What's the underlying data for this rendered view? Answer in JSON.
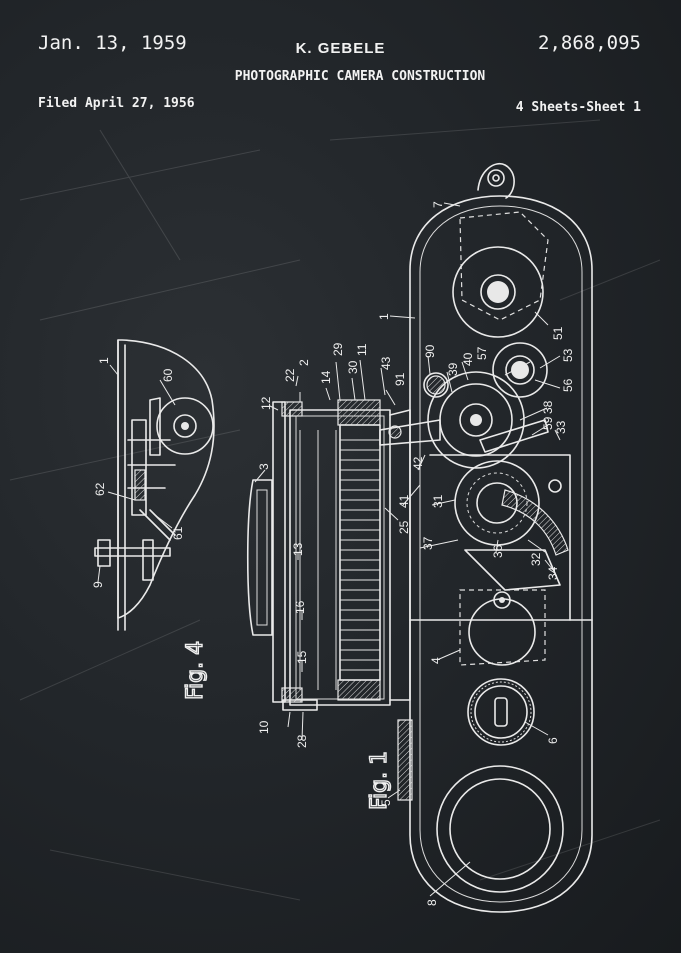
{
  "header": {
    "patent_date": "Jan. 13, 1959",
    "inventor": "K. GEBELE",
    "patent_number": "2,868,095",
    "title": "PHOTOGRAPHIC CAMERA CONSTRUCTION",
    "filed": "Filed April 27, 1956",
    "sheets": "4 Sheets-Sheet 1"
  },
  "figures": {
    "fig1": "Fig. 1",
    "fig4": "Fig. 4"
  },
  "labels": {
    "l1": "1",
    "l2": "2",
    "l3": "3",
    "l4": "4",
    "l5": "5",
    "l6": "6",
    "l7": "7",
    "l8": "8",
    "l9": "9",
    "l10": "10",
    "l11": "11",
    "l12": "12",
    "l13": "13",
    "l14": "14",
    "l15": "15",
    "l16": "16",
    "l22": "22",
    "l25": "25",
    "l28": "28",
    "l29": "29",
    "l30": "30",
    "l31": "31",
    "l32": "32",
    "l33": "33",
    "l34": "34",
    "l36": "36",
    "l37": "37",
    "l38": "38",
    "l39": "39",
    "l40": "40",
    "l41": "41",
    "l42": "42",
    "l43": "43",
    "l51": "51",
    "l53": "53",
    "l56": "56",
    "l57": "57",
    "l59": "59",
    "l60": "60",
    "l61": "61",
    "l62": "62",
    "l90": "90",
    "l91": "91"
  }
}
